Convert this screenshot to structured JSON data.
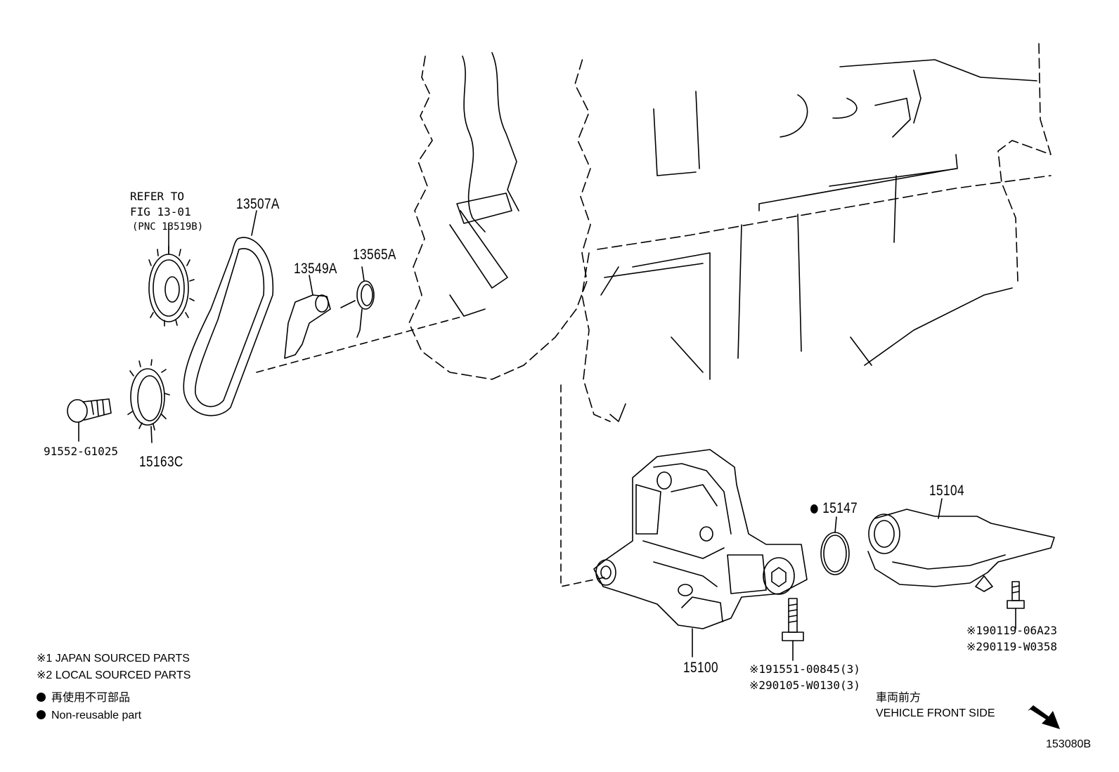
{
  "refer": {
    "line1": "REFER TO",
    "line2": "FIG 13-01",
    "line3": "(PNC 13519B)"
  },
  "parts": {
    "p13507A": "13507A",
    "p13549A": "13549A",
    "p13565A": "13565A",
    "p91552": "91552-G1025",
    "p15163C": "15163C",
    "p15147": "15147",
    "p15104": "15104",
    "p15100": "15100",
    "bolt_a1": "※191551-00845(3)",
    "bolt_a2": "※290105-W0130(3)",
    "bolt_b1": "※190119-06A23",
    "bolt_b2": "※290119-W0358"
  },
  "legend": {
    "japan": "※1 JAPAN SOURCED PARTS",
    "local": "※2 LOCAL SOURCED PARTS",
    "nonreuse_jp": "再使用不可部品",
    "nonreuse_en": "Non-reusable part"
  },
  "direction": {
    "jp": "車両前方",
    "en": "VEHICLE FRONT SIDE"
  },
  "figure_code": "153080B"
}
